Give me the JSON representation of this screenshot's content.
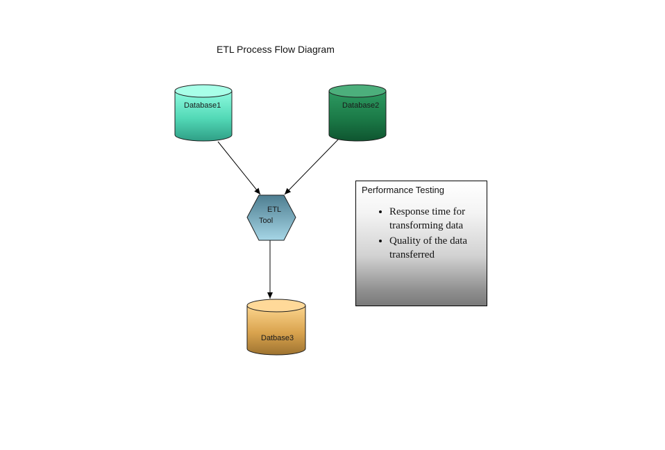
{
  "diagram": {
    "title": "ETL Process Flow Diagram",
    "nodes": {
      "database1": {
        "label": "Database1",
        "color_top": "#a8ffe6",
        "color_body": "#3fc7a6"
      },
      "database2": {
        "label": "Database2",
        "color_top": "#5fb58a",
        "color_body": "#1a7a48"
      },
      "etl_tool": {
        "label_line1": "ETL",
        "label_line2": "Tool",
        "color": "#5f95a8"
      },
      "database3": {
        "label": "Datbase3",
        "color_top": "#ffdca0",
        "color_body": "#d6a24e"
      }
    },
    "edges": [
      {
        "from": "database1",
        "to": "etl_tool"
      },
      {
        "from": "database2",
        "to": "etl_tool"
      },
      {
        "from": "etl_tool",
        "to": "database3"
      }
    ]
  },
  "performance_box": {
    "title": "Performance Testing",
    "items": [
      "Response time for transforming data",
      "Quality of the data transferred"
    ]
  }
}
